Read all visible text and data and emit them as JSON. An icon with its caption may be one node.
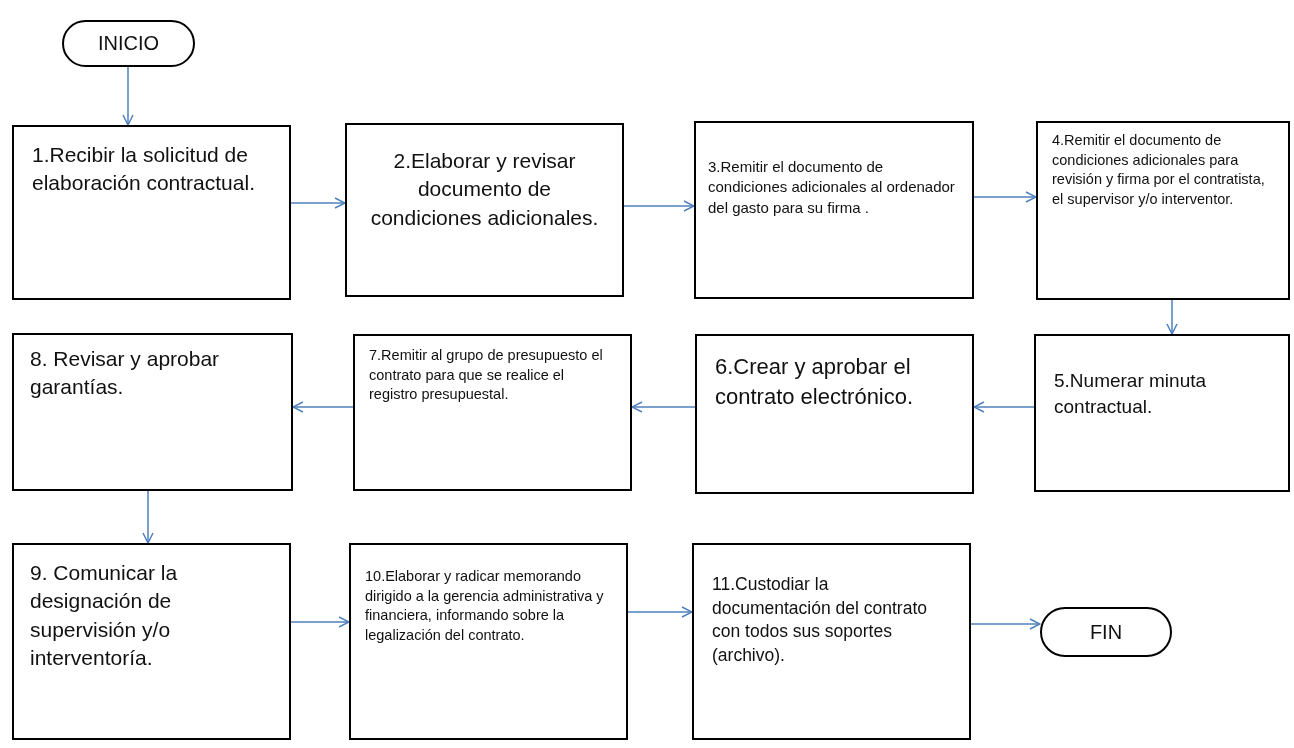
{
  "diagram": {
    "nodes": [
      {
        "text": [
          "INICIO"
        ]
      },
      {
        "text": [
          "1.Recibir la solicitud de elaboración contractual."
        ]
      },
      {
        "text": [
          "2.Elaborar y revisar documento de condiciones adicionales."
        ]
      },
      {
        "text": [
          "3.Remitir el documento de condiciones adicionales al ordenador del gasto para su firma ."
        ]
      },
      {
        "text": [
          "4.Remitir el documento de condiciones adicionales para revisión y firma por el contratista, el supervisor y/o interventor."
        ]
      },
      {
        "text": [
          "5.Numerar minuta contractual."
        ]
      },
      {
        "text": [
          "6.Crear y aprobar el contrato electrónico."
        ]
      },
      {
        "text": [
          "7.Remitir al grupo de presupuesto el contrato para que se realice el registro presupuestal."
        ]
      },
      {
        "text": [
          "8. Revisar y aprobar garantías."
        ]
      },
      {
        "text": [
          "9. Comunicar la designación de supervisión y/o interventoría."
        ]
      },
      {
        "text": [
          "10.Elaborar y radicar memorando dirigido a la gerencia administrativa y financiera, informando sobre la legalización del contrato."
        ]
      },
      {
        "text": [
          "11.Custodiar la documentación del contrato con todos sus soportes (archivo)."
        ]
      },
      {
        "text": [
          "FIN"
        ]
      }
    ],
    "edges": [
      {
        "from": 0,
        "to": 1,
        "arrow": "to"
      },
      {
        "from": 1,
        "to": 2,
        "arrow": "to"
      },
      {
        "from": 2,
        "to": 3,
        "arrow": "to"
      },
      {
        "from": 3,
        "to": 4,
        "arrow": "to"
      },
      {
        "from": 4,
        "to": 5,
        "arrow": "to"
      },
      {
        "from": 5,
        "to": 6,
        "arrow": "to"
      },
      {
        "from": 6,
        "to": 7,
        "arrow": "to"
      },
      {
        "from": 7,
        "to": 8,
        "arrow": "to"
      },
      {
        "from": 8,
        "to": 9,
        "arrow": "to"
      },
      {
        "from": 9,
        "to": 10,
        "arrow": "to"
      },
      {
        "from": 10,
        "to": 11,
        "arrow": "to"
      },
      {
        "from": 11,
        "to": 12,
        "arrow": "to"
      }
    ]
  }
}
